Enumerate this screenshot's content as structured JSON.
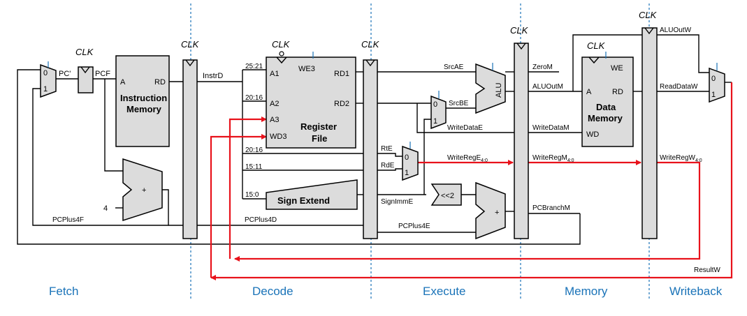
{
  "stages": [
    "Fetch",
    "Decode",
    "Execute",
    "Memory",
    "Writeback"
  ],
  "clk": "CLK",
  "blocks": {
    "imem": {
      "title1": "Instruction",
      "title2": "Memory",
      "a": "A",
      "rd": "RD"
    },
    "regfile": {
      "title1": "Register",
      "title2": "File",
      "a1": "A1",
      "a2": "A2",
      "a3": "A3",
      "wd3": "WD3",
      "we3": "WE3",
      "rd1": "RD1",
      "rd2": "RD2"
    },
    "dmem": {
      "title1": "Data",
      "title2": "Memory",
      "a": "A",
      "rd": "RD",
      "wd": "WD",
      "we": "WE"
    },
    "alu": "ALU",
    "sign_extend": "Sign Extend",
    "shift": "<<2",
    "adder": "+",
    "const4": "4",
    "mux0": "0",
    "mux1": "1"
  },
  "signals": {
    "pc_prime": "PC'",
    "pcf": "PCF",
    "instrd": "InstrD",
    "f2521": "25:21",
    "f2016a": "20:16",
    "f2016b": "20:16",
    "f1511": "15:11",
    "f150": "15:0",
    "pcplus4f": "PCPlus4F",
    "pcplus4d": "PCPlus4D",
    "pcplus4e": "PCPlus4E",
    "srcae": "SrcAE",
    "srcbe": "SrcBE",
    "writedatae": "WriteDataE",
    "rte": "RtE",
    "rde": "RdE",
    "writerege": "WriteRegE",
    "signimme": "SignImmE",
    "zerom": "ZeroM",
    "aluoutm": "ALUOutM",
    "writedatam": "WriteDataM",
    "writeregm": "WriteRegM",
    "pcbranchm": "PCBranchM",
    "aluoutw": "ALUOutW",
    "readdataw": "ReadDataW",
    "writeregw": "WriteRegW",
    "sub40": "4:0",
    "resultw": "ResultW"
  }
}
